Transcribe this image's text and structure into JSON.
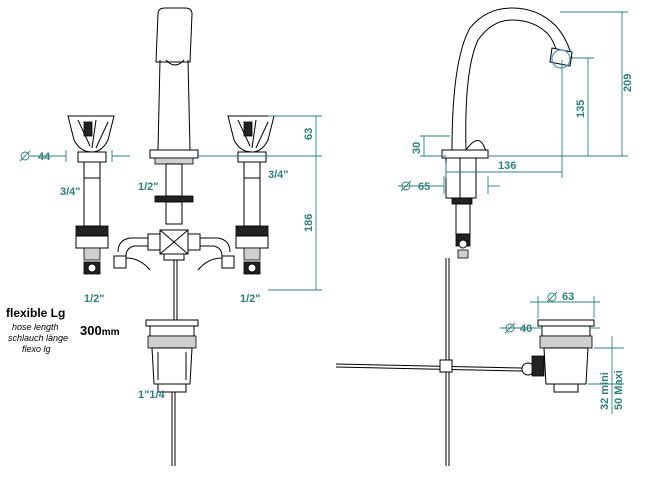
{
  "front_view": {
    "dim_diameter_44": "44",
    "dim_63": "63",
    "dim_186": "186",
    "label_thread_left": "3/4\"",
    "label_thread_right": "3/4\"",
    "label_spout_thread": "1/2\"",
    "label_hose_left": "1/2\"",
    "label_hose_right": "1/2\"",
    "label_waste": "1\"1/4",
    "hose_title": "flexible Lg",
    "hose_en": "hose length",
    "hose_de": "schlauch länge",
    "hose_fr": "flexo lg",
    "hose_length": "300",
    "hose_unit": "mm"
  },
  "side_view": {
    "dim_209": "209",
    "dim_135": "135",
    "dim_136": "136",
    "dim_30": "30",
    "dim_diameter_65": "65",
    "dim_diameter_63": "63",
    "dim_diameter_40": "40",
    "dim_min_value": "32",
    "dim_min_label": "mini",
    "dim_max_value": "50",
    "dim_max_label": "Maxi"
  },
  "colors": {
    "dimension": "#2f7f7c",
    "highlight_circle": "#4a8fd6",
    "line": "#000000"
  }
}
